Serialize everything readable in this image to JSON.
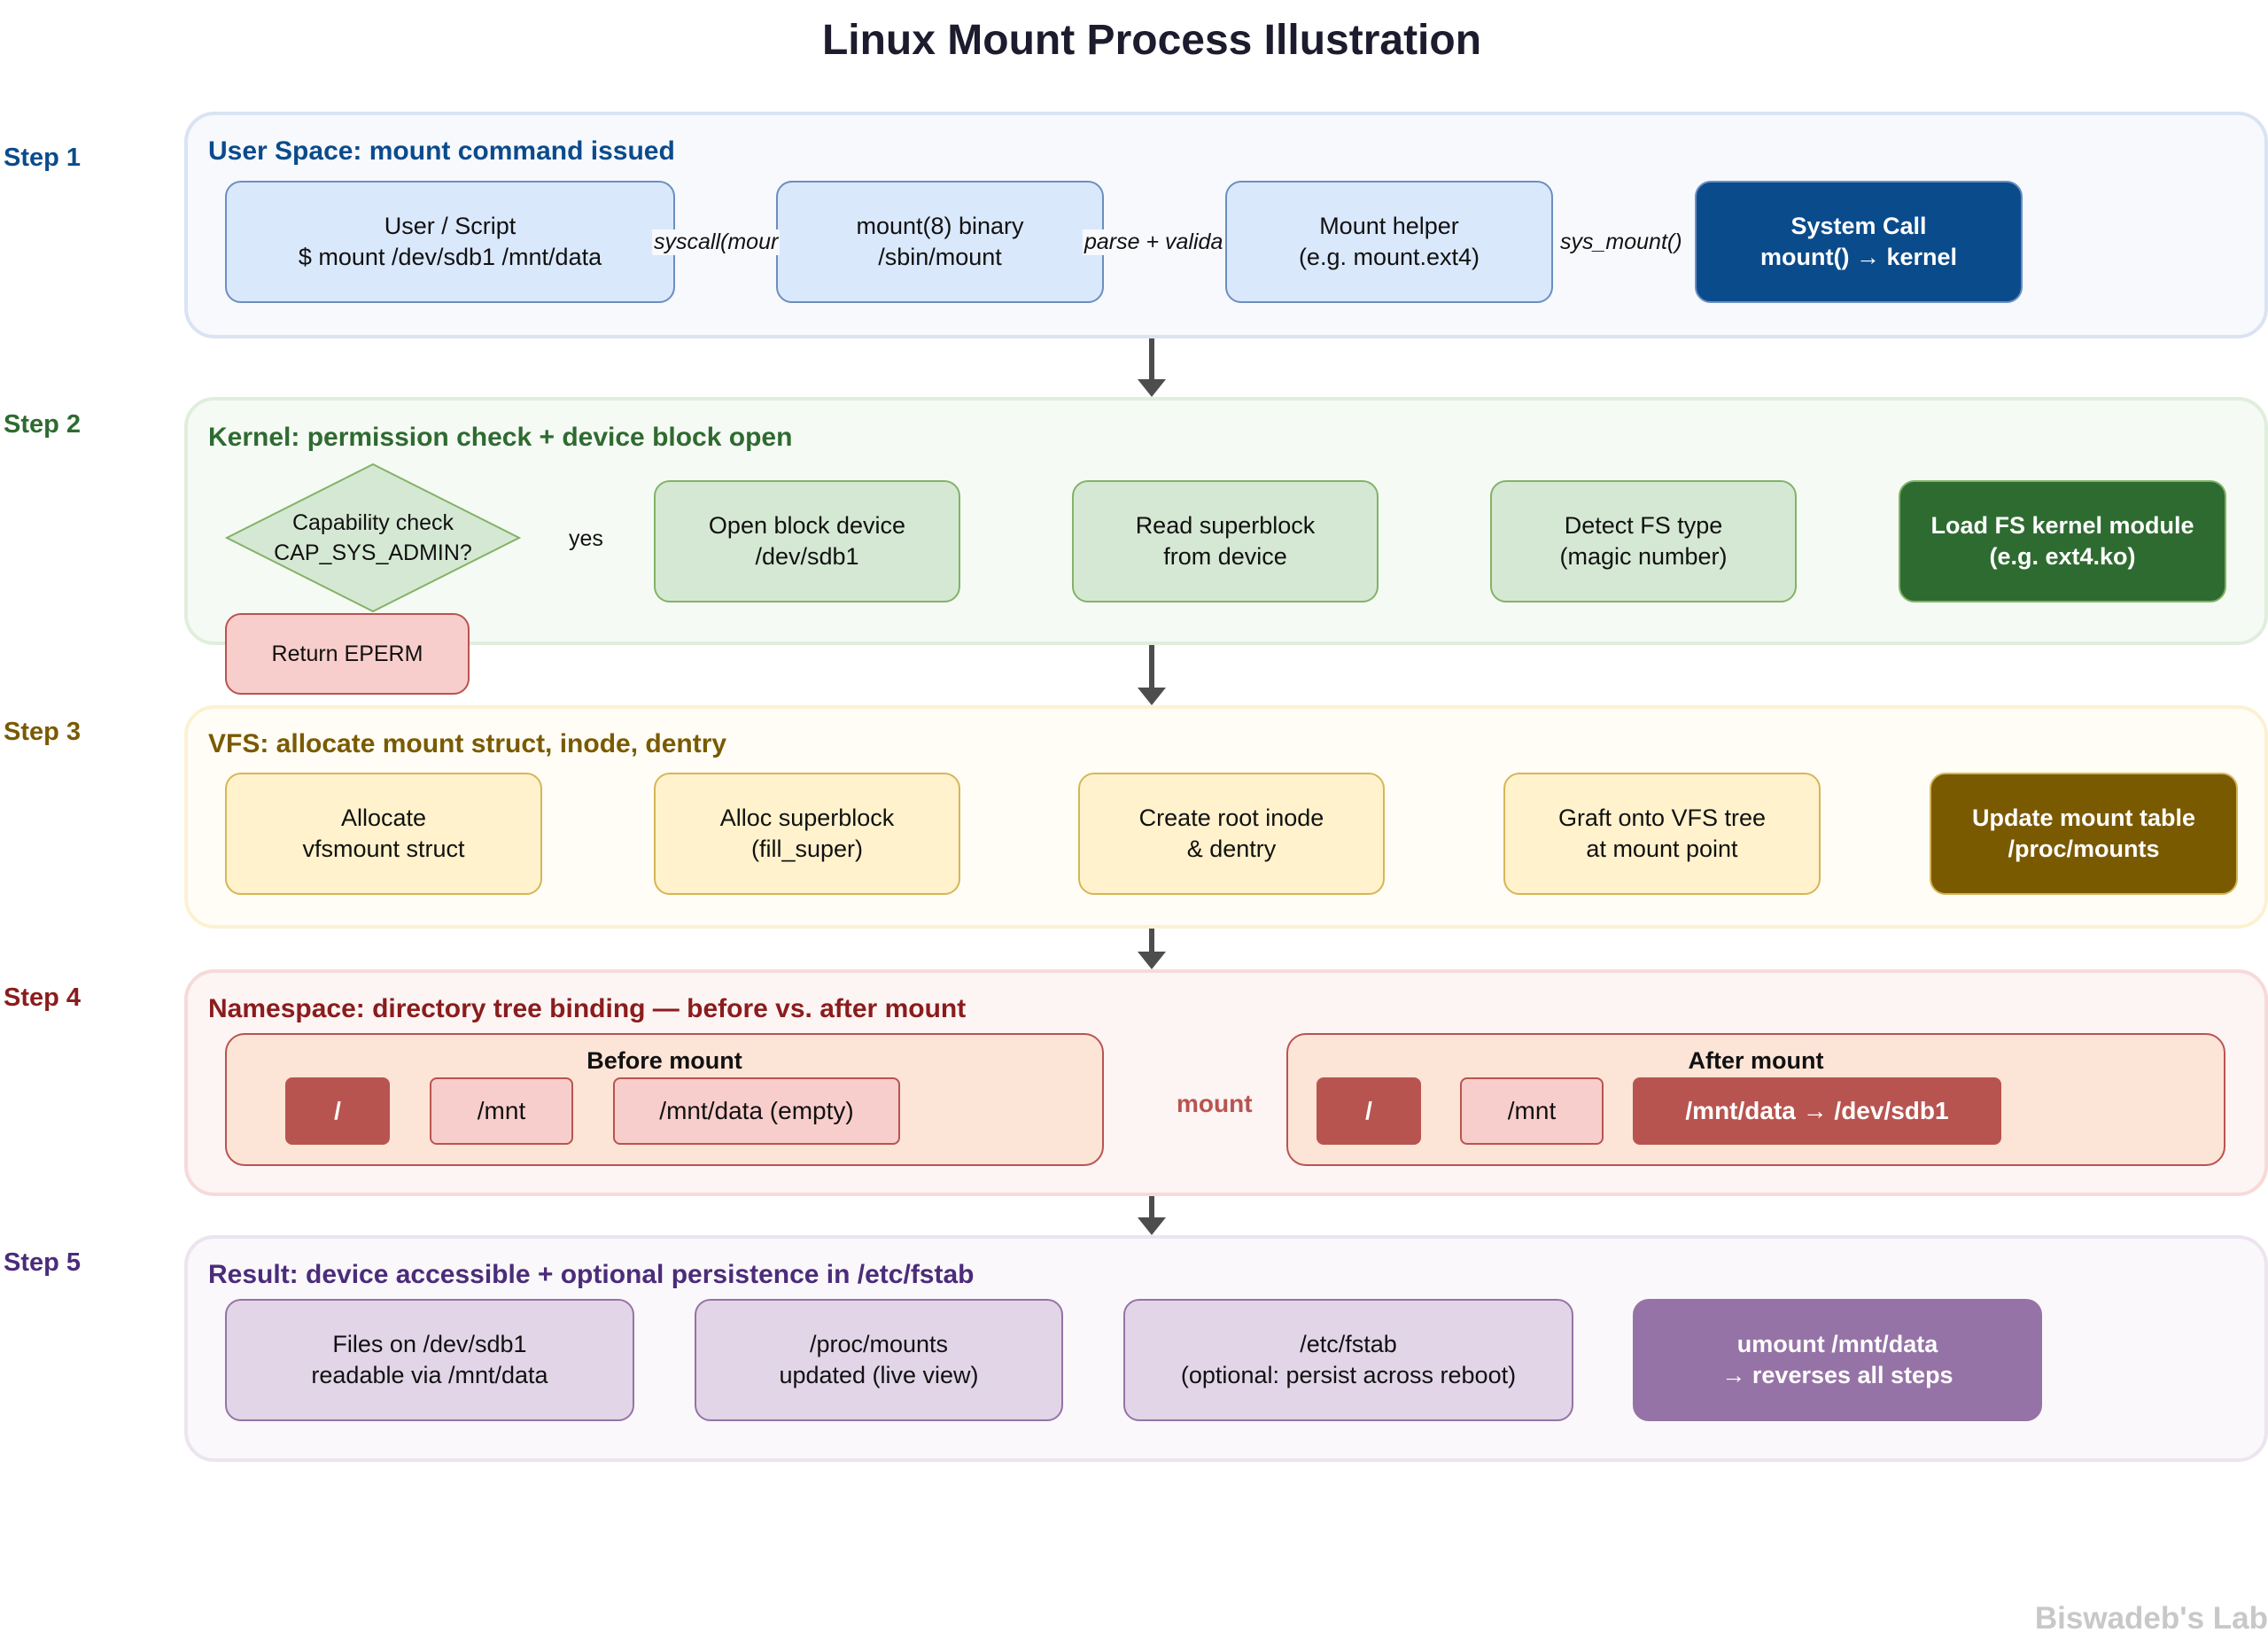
{
  "title": "Linux Mount Process Illustration",
  "footer": "Biswadeb's Lab",
  "colors": {
    "step1": "#0a4b8c",
    "step2": "#2e6b30",
    "step3": "#7a5a00",
    "step4": "#8b1c1c",
    "step5": "#4b2c7a",
    "step5_dark": "#9673a6",
    "tree_dark": "#b85450"
  },
  "steps": [
    {
      "label": "Step 1",
      "title": "User Space: mount command issued",
      "nodes": [
        "User / Script\n$ mount /dev/sdb1 /mnt/data",
        "mount(8) binary\n/sbin/mount",
        "Mount helper\n(e.g. mount.ext4)",
        "System Call\nmount() → kernel"
      ],
      "edge_labels": [
        "syscall(mour",
        "parse + valida",
        "sys_mount()"
      ]
    },
    {
      "label": "Step 2",
      "title": "Kernel: permission check + device block open",
      "decision": "Capability check\nCAP_SYS_ADMIN?",
      "decision_yes": "yes",
      "fail_node": "Return EPERM",
      "nodes": [
        "Open block device\n/dev/sdb1",
        "Read superblock\nfrom device",
        "Detect FS type\n(magic number)",
        "Load FS kernel module\n(e.g. ext4.ko)"
      ]
    },
    {
      "label": "Step 3",
      "title": "VFS: allocate mount struct, inode, dentry",
      "nodes": [
        "Allocate\nvfsmount struct",
        "Alloc superblock\n(fill_super)",
        "Create root inode\n& dentry",
        "Graft onto VFS tree\nat mount point",
        "Update mount table\n/proc/mounts"
      ]
    },
    {
      "label": "Step 4",
      "title": "Namespace: directory tree binding — before vs. after mount",
      "before": {
        "title": "Before mount",
        "items": [
          "/",
          "/mnt",
          "/mnt/data (empty)"
        ]
      },
      "transition": "mount",
      "after": {
        "title": "After mount",
        "items": [
          "/",
          "/mnt",
          "/mnt/data → /dev/sdb1"
        ]
      }
    },
    {
      "label": "Step 5",
      "title": "Result: device accessible + optional persistence in /etc/fstab",
      "nodes": [
        "Files on /dev/sdb1\nreadable via /mnt/data",
        "/proc/mounts\nupdated (live view)",
        "/etc/fstab\n(optional: persist across reboot)",
        "umount /mnt/data\n→ reverses all steps"
      ]
    }
  ]
}
